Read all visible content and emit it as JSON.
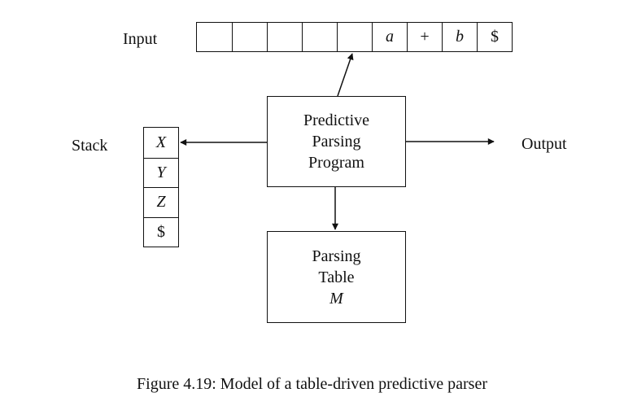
{
  "labels": {
    "input": "Input",
    "stack": "Stack",
    "output": "Output"
  },
  "input_tape": [
    "",
    "",
    "",
    "",
    "",
    "a",
    "+",
    "b",
    "$"
  ],
  "stack": [
    "X",
    "Y",
    "Z",
    "$"
  ],
  "program_box": {
    "line1": "Predictive",
    "line2": "Parsing",
    "line3": "Program"
  },
  "table_box": {
    "line1": "Parsing",
    "line2": "Table",
    "line3": "M"
  },
  "caption": "Figure 4.19: Model of a table-driven predictive parser"
}
